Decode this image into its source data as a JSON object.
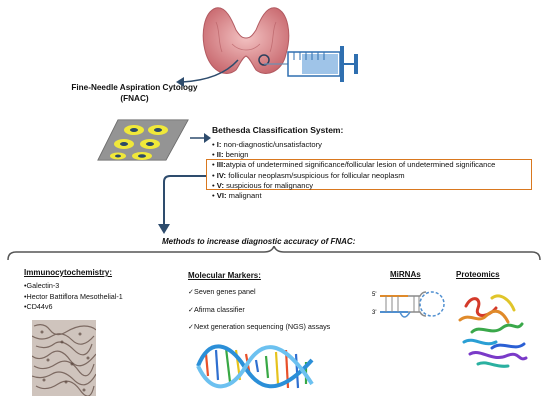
{
  "fnac": {
    "title_line1": "Fine-Needle Aspiration Cytology",
    "title_line2": "(FNAC)"
  },
  "bethesda": {
    "title": "Bethesda Classification System:",
    "items": [
      {
        "bullet": "•",
        "code": "I:",
        "text": " non-diagnostic/unsatisfactory"
      },
      {
        "bullet": "•",
        "code": "II:",
        "text": " benign"
      },
      {
        "bullet": "•",
        "code": "III:",
        "text": "atypia of undetermined significance/follicular lesion of undetermined significance"
      },
      {
        "bullet": "•",
        "code": "IV:",
        "text": " follicular neoplasm/suspicious for follicular neoplasm"
      },
      {
        "bullet": "•",
        "code": "V:",
        "text": " suspicious for malignancy"
      },
      {
        "bullet": "•",
        "code": "VI:",
        "text": " malignant"
      }
    ]
  },
  "methods_title": "Methods to increase diagnostic accuracy of FNAC:",
  "immuno": {
    "title": "Immunocytochemistry:",
    "items": [
      "•Galectin-3",
      "•Hector Battiflora Mesothelial-1",
      "•CD44v6"
    ]
  },
  "molecular": {
    "title": "Molecular Markers:",
    "items": [
      "Seven genes panel",
      "Afirma classifier",
      "Next generation sequencing (NGS) assays"
    ]
  },
  "mirnas": {
    "title": "MiRNAs",
    "label_5": "5'",
    "label_3": "3'"
  },
  "proteomics": {
    "title": "Proteomics"
  },
  "colors": {
    "highlight_border": "#d9781f",
    "arrow": "#2e4c6d",
    "bracket": "#555555",
    "slide_dot": "#f0e83a",
    "syringe": "#2f6fb0",
    "thyroid": "#d9868a"
  }
}
